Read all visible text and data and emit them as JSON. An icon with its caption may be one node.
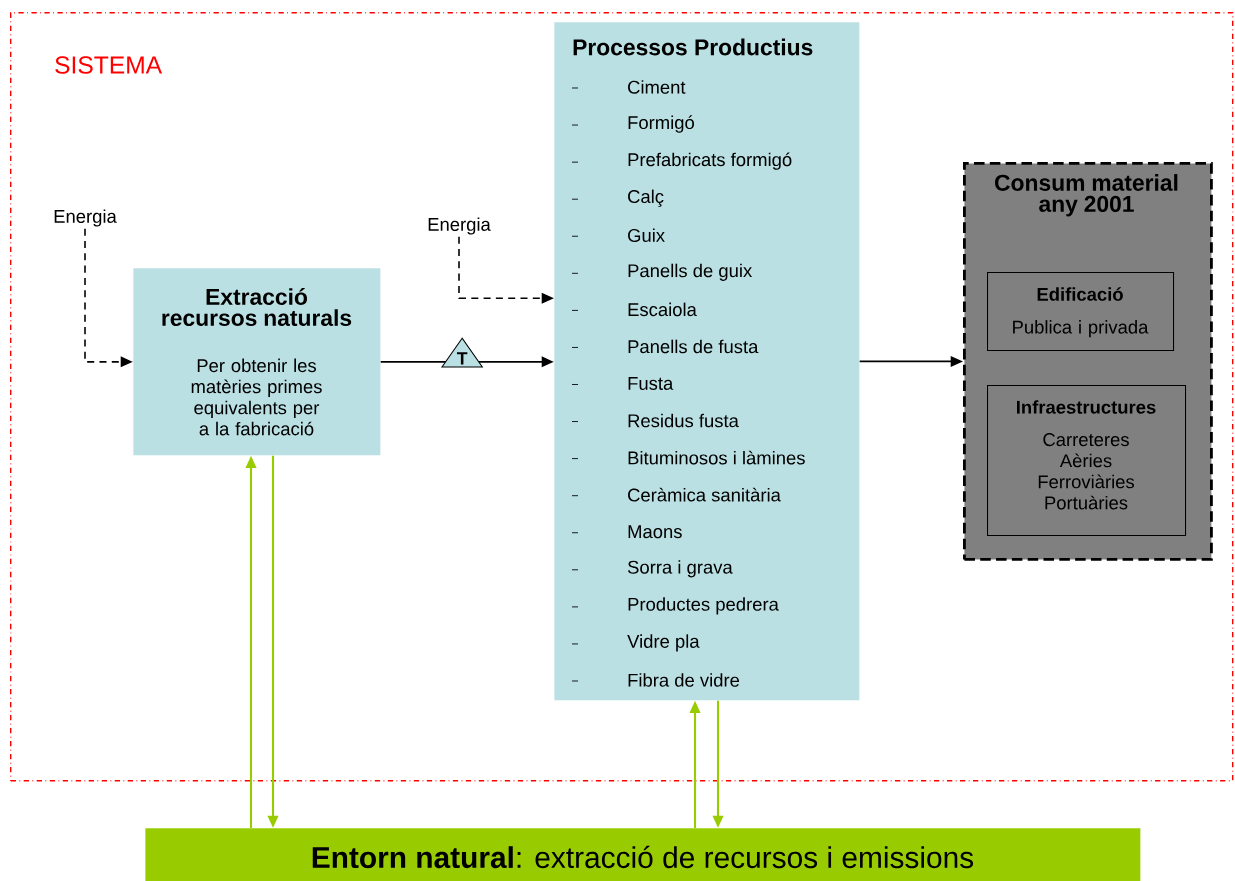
{
  "diagram": {
    "nodes": [
      {
        "text": [
          "SISTEMA"
        ]
      },
      {
        "text": [
          "Energia"
        ],
        "in": 0
      },
      {
        "text": [
          "Extracció recursos naturals",
          "Per obtenir les matèries primes equivalents per a la fabricació"
        ],
        "in": 0
      },
      {
        "text": [
          "Energia"
        ],
        "in": 0
      },
      {
        "text": [
          "Processos Productius",
          "Ciment",
          "Formigó",
          "Prefabricats formigó",
          "Calç",
          "Guix",
          "Panells de guix",
          "Escaiola",
          "Panells de fusta",
          "Fusta",
          "Residus fusta",
          "Bituminosos i làmines",
          "Ceràmica sanitària",
          "Maons",
          "Sorra i grava",
          "Productes pedrera",
          "Vidre pla",
          "Fibra de vidre"
        ],
        "in": 0
      },
      {
        "text": [
          "Consum material any 2001"
        ],
        "in": 0
      },
      {
        "text": [
          "Edificació",
          "Publica i privada"
        ],
        "in": 5
      },
      {
        "text": [
          "Infraestructures",
          "Carreteres Aèries Ferroviàries Portuàries"
        ],
        "in": 5
      },
      {
        "text": [
          "**Entorn natural**:  extracció de recursos i emissions"
        ]
      }
    ],
    "edges": [
      {
        "from": 1,
        "to": 2,
        "arrow": "to",
        "style": "dashed"
      },
      {
        "from": 3,
        "to": 4,
        "arrow": "to",
        "style": "dashed"
      },
      {
        "from": 2,
        "to": 4,
        "arrow": "to",
        "label": "T"
      },
      {
        "from": 4,
        "to": 5,
        "arrow": "to"
      },
      {
        "from": 8,
        "to": 2,
        "arrow": "to",
        "color": "#99cc00"
      },
      {
        "from": 2,
        "to": 8,
        "arrow": "to",
        "color": "#99cc00"
      },
      {
        "from": 8,
        "to": 4,
        "arrow": "to",
        "color": "#99cc00"
      },
      {
        "from": 4,
        "to": 8,
        "arrow": "to",
        "color": "#99cc00"
      }
    ]
  }
}
